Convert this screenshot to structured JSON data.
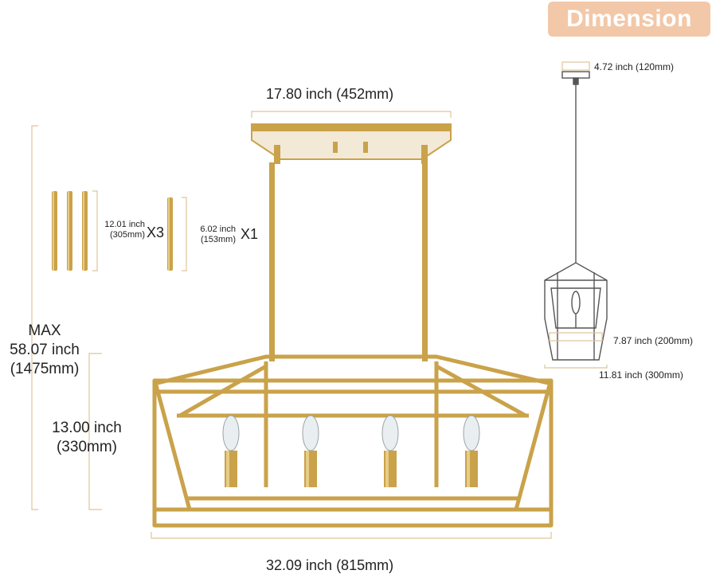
{
  "badge": {
    "label": "Dimension"
  },
  "labels": {
    "canopy_width": "17.80 inch (452mm)",
    "fixture_width": "32.09 inch (815mm)",
    "max_word": "MAX",
    "max_inch": "58.07 inch",
    "max_mm": "(1475mm)",
    "body_inch": "13.00 inch",
    "body_mm": "(330mm)",
    "rod_long_inch": "12.01 inch",
    "rod_long_mm": "(305mm)",
    "rod_long_qty": "X3",
    "rod_short_inch": "6.02 inch",
    "rod_short_mm": "(153mm)",
    "rod_short_qty": "X1",
    "side_canopy": "4.72 inch (120mm)",
    "side_bottom": "7.87 inch (200mm)",
    "side_top": "11.81 inch (300mm)"
  },
  "colors": {
    "badge_bg": "#f2c8a8",
    "gold": "#c9a24a",
    "gold_dark": "#9c7a2e",
    "dim_line": "#e0c49a",
    "outline": "#555555"
  }
}
